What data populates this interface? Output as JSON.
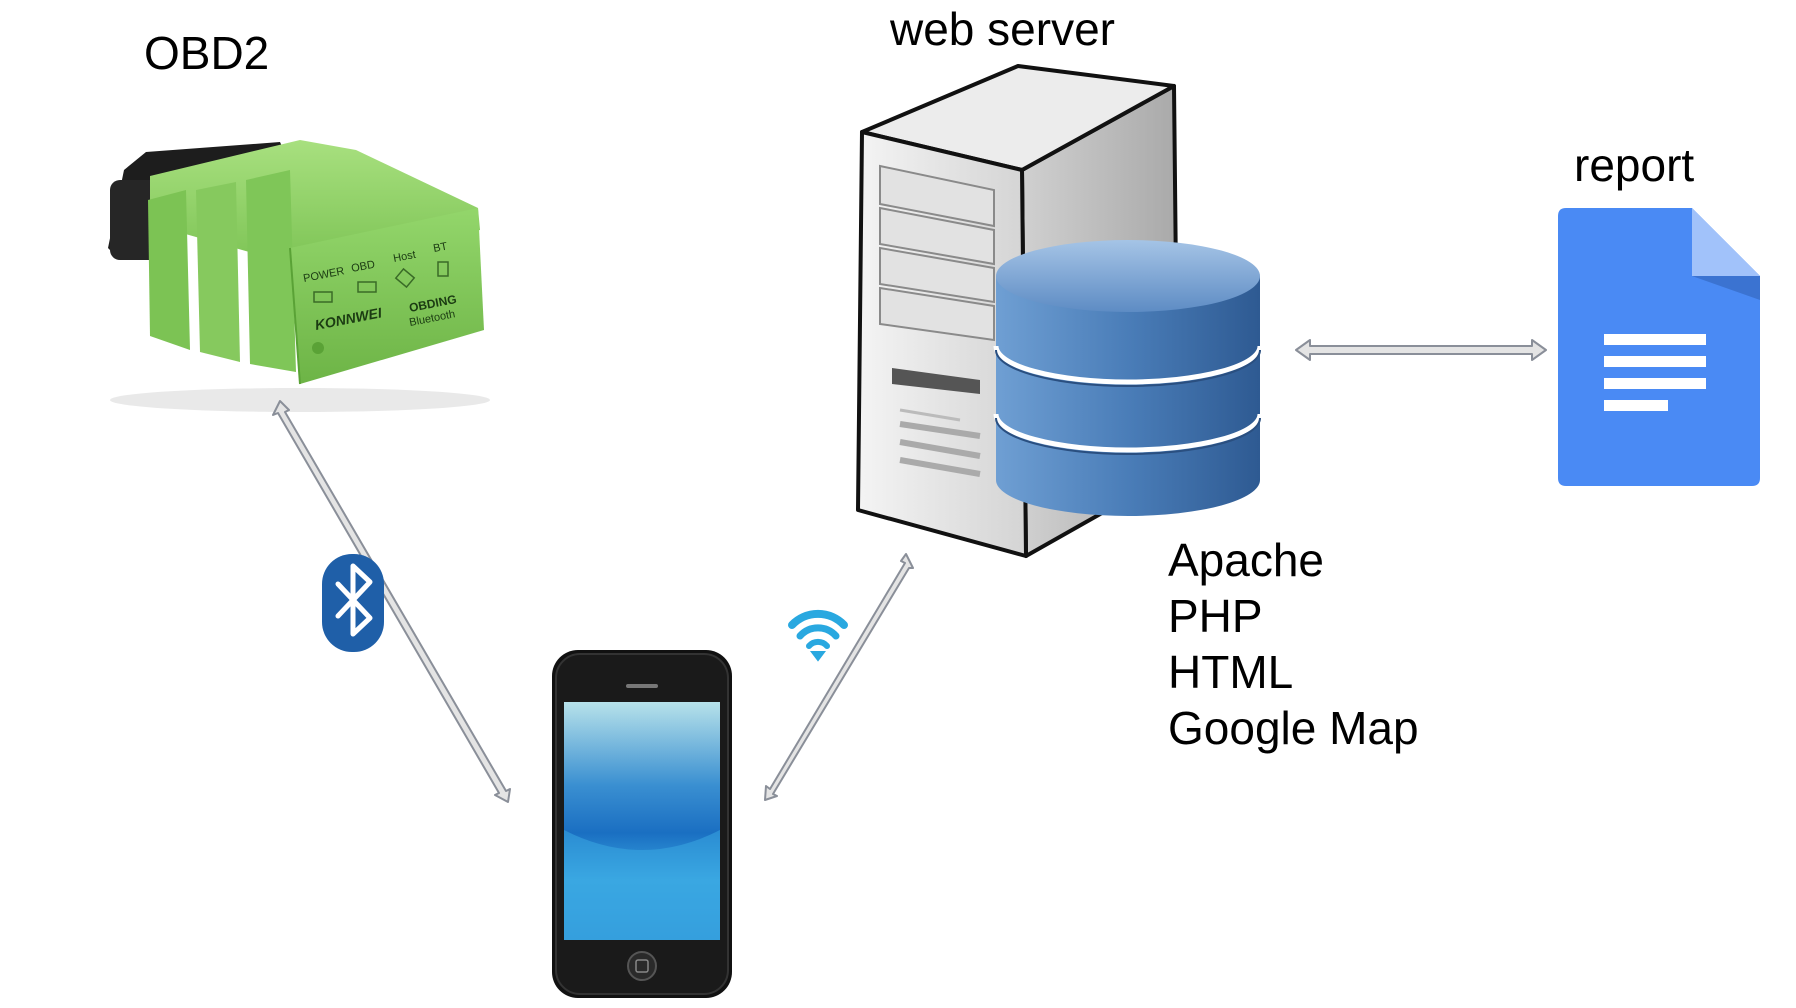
{
  "labels": {
    "obd2": "OBD2",
    "web_server": "web server",
    "report": "report"
  },
  "obd_device": {
    "brand": "KONNWEI",
    "model": "OBDING",
    "connectivity": "Bluetooth",
    "indicators": [
      "POWER",
      "OBD",
      "Host",
      "BT"
    ]
  },
  "server_stack": [
    "Apache",
    "PHP",
    "HTML",
    "Google Map"
  ],
  "connections": [
    {
      "from": "OBD2",
      "to": "phone",
      "via": "bluetooth-icon"
    },
    {
      "from": "phone",
      "to": "web server",
      "via": "wifi-icon"
    },
    {
      "from": "web server",
      "to": "report",
      "via": ""
    }
  ],
  "colors": {
    "obd_green": "#8fd36a",
    "db_blue": "#4a7db8",
    "doc_blue": "#4a8af4",
    "bluetooth_blue": "#1f5fa8",
    "wifi_blue": "#29a8e0",
    "arrow_fill": "#e4e4e4",
    "arrow_stroke": "#8a8f99"
  }
}
